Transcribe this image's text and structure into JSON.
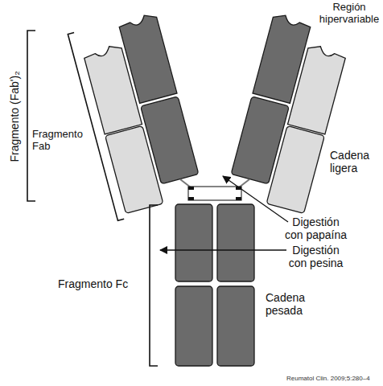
{
  "diagram": {
    "labels": [
      "Región hipervariable",
      "Fragmento (Fab')₂",
      "Fragmento Fab",
      "Cadena ligera",
      "Digestión con papaína",
      "Digestión con pesina",
      "Fragmento Fc",
      "Cadena pesada",
      "Reumatol Clin. 2009;5:280–4"
    ]
  }
}
